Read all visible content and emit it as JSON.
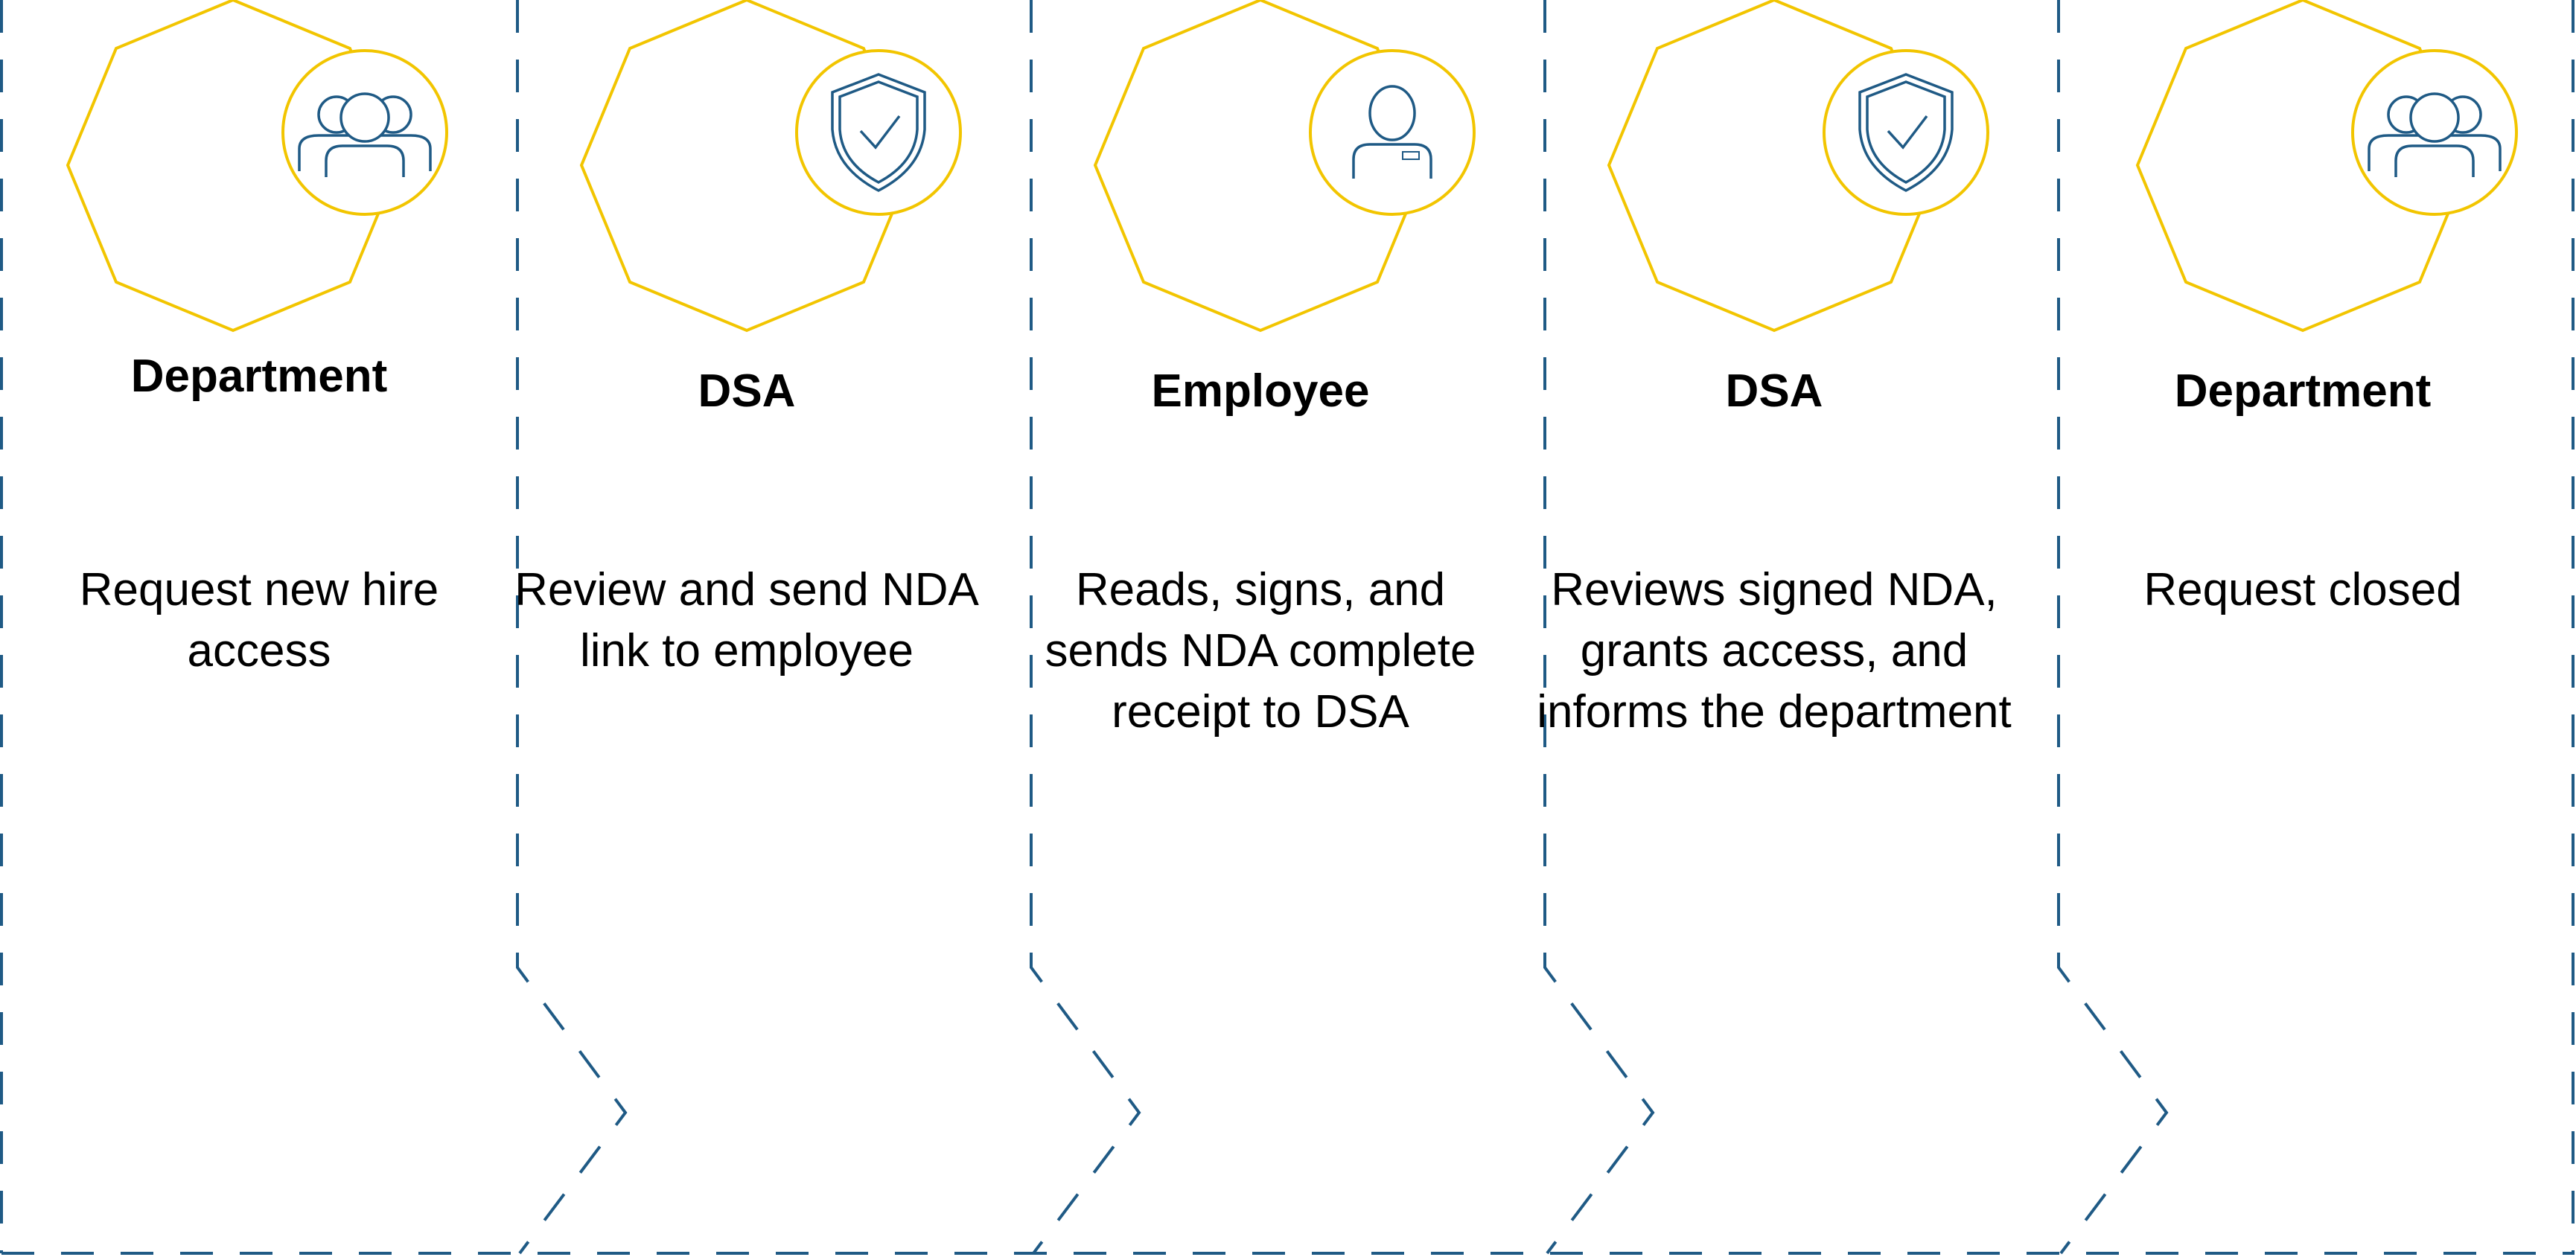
{
  "colors": {
    "dash_line": "#1f5a85",
    "octagon_outline": "#f2c500",
    "icon_circle": "#f2c500",
    "icon_stroke": "#1f5a85",
    "text": "#000000"
  },
  "steps": [
    {
      "actor": "Department",
      "icon": "people-group-icon",
      "description": "Request new hire access"
    },
    {
      "actor": "DSA",
      "icon": "shield-check-icon",
      "description": "Review and send NDA link to employee"
    },
    {
      "actor": "Employee",
      "icon": "person-badge-icon",
      "description": "Reads, signs, and sends NDA complete receipt to DSA"
    },
    {
      "actor": "DSA",
      "icon": "shield-check-icon",
      "description": "Reviews signed NDA, grants access, and informs the department"
    },
    {
      "actor": "Department",
      "icon": "people-group-icon",
      "description": "Request closed"
    }
  ]
}
